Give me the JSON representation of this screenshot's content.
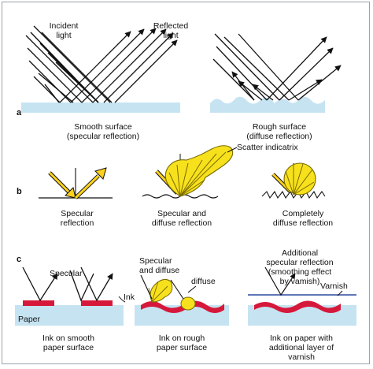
{
  "panels": {
    "a": {
      "letter": "a",
      "incident_label": "Incident\nlight",
      "reflected_label": "Reflected\nlight",
      "smooth_caption": "Smooth surface\n(specular reflection)",
      "rough_caption": "Rough surface\n(diffuse reflection)"
    },
    "b": {
      "letter": "b",
      "scatter_label": "Scatter indicatrix",
      "specular_caption": "Specular\nreflection",
      "mixed_caption": "Specular and\ndiffuse reflection",
      "diffuse_caption": "Completely\ndiffuse reflection"
    },
    "c": {
      "letter": "c",
      "specular_label": "Specular",
      "ink_label": "Ink",
      "paper_label": "Paper",
      "spec_diffuse_label": "Specular\nand diffuse",
      "diffuse_label": "diffuse",
      "additional_label": "Additional specular reflection\n(smoothing effect by vamish)",
      "varnish_label": "Varnish",
      "caption1": "Ink on smooth\npaper surface",
      "caption2": "Ink on rough\npaper surface",
      "caption3": "Ink on paper with\nadditional layer of varnish"
    }
  },
  "colors": {
    "paper": "#c6e3f2",
    "ink": "#d6183a",
    "lobe": "#f7e11c",
    "lobe_outline": "#7a6a00",
    "arrow": "#ffd21a",
    "varnish": "#2b4aa0",
    "frame": "#9aa3ad"
  }
}
